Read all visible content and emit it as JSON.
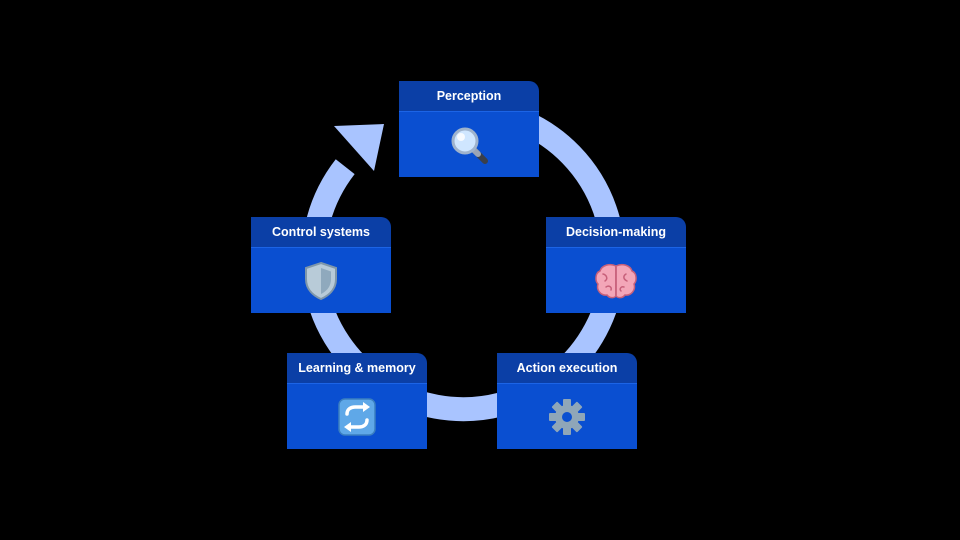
{
  "diagram": {
    "nodes": [
      {
        "id": "perception",
        "label": "Perception",
        "icon": "magnifying-glass-icon"
      },
      {
        "id": "decision-making",
        "label": "Decision-making",
        "icon": "brain-icon"
      },
      {
        "id": "action-execution",
        "label": "Action execution",
        "icon": "gear-icon"
      },
      {
        "id": "learning-memory",
        "label": "Learning & memory",
        "icon": "refresh-arrows-icon"
      },
      {
        "id": "control-systems",
        "label": "Control systems",
        "icon": "shield-icon"
      }
    ],
    "flow": "clockwise cycle",
    "colors": {
      "background": "#000000",
      "ring": "#a9c4ff",
      "box_header": "#0b3fa6",
      "box_body": "#0a4fd1",
      "text": "#ffffff"
    }
  }
}
